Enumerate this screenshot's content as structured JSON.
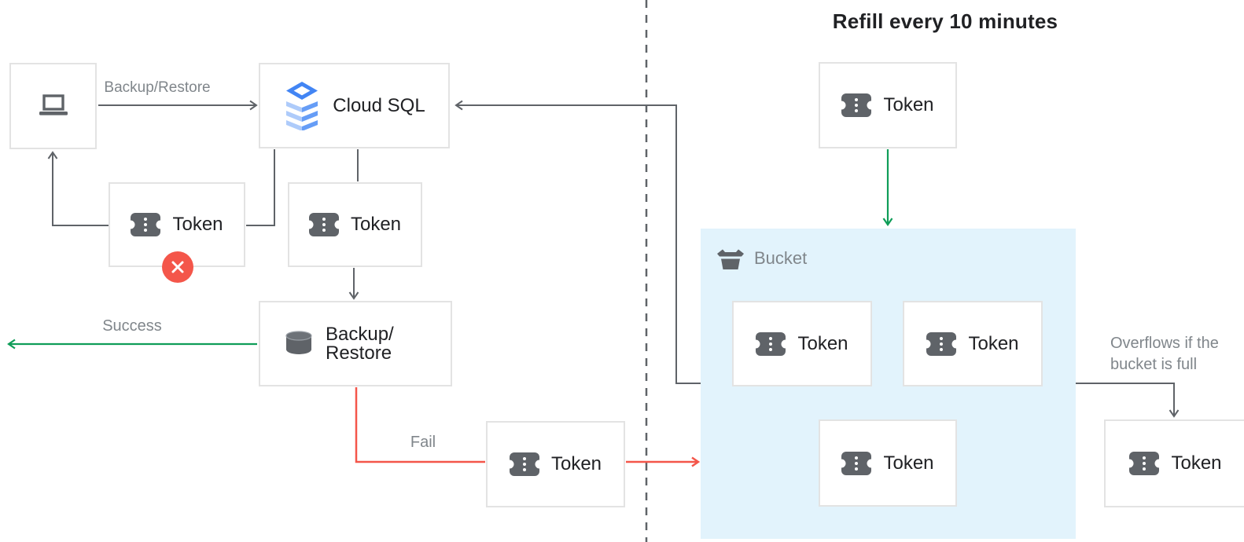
{
  "diagram": {
    "title": "Refill every 10 minutes",
    "nodes": {
      "cloud_sql": "Cloud SQL",
      "token": "Token",
      "backup_line1": "Backup/",
      "backup_line2": "Restore",
      "bucket": "Bucket"
    },
    "edge_labels": {
      "backup_restore": "Backup/Restore",
      "success": "Success",
      "fail": "Fail",
      "overflow_line1": "Overflows if the",
      "overflow_line2": "bucket is full"
    },
    "colors": {
      "connector_gray": "#5f6368",
      "success_green": "#0f9d58",
      "fail_red": "#f4564a",
      "bucket_fill": "#e2f3fc",
      "node_border": "#e3e3e3",
      "text_dark": "#202124",
      "text_gray": "#80868b",
      "icon_gray": "#5f6368",
      "cloud_sql_blue": "#4285f4",
      "cloud_sql_mid": "#669df6",
      "cloud_sql_light": "#aecbfa"
    }
  }
}
